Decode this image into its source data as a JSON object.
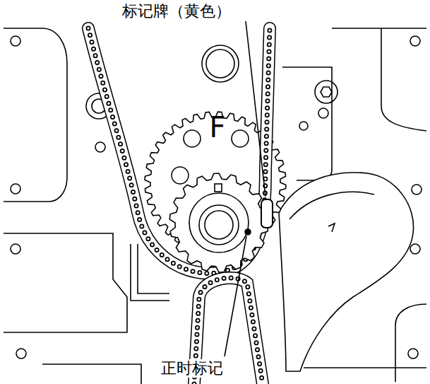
{
  "diagram": {
    "labels": [
      "标记牌（黄色）",
      "F",
      "正时标记"
    ]
  }
}
